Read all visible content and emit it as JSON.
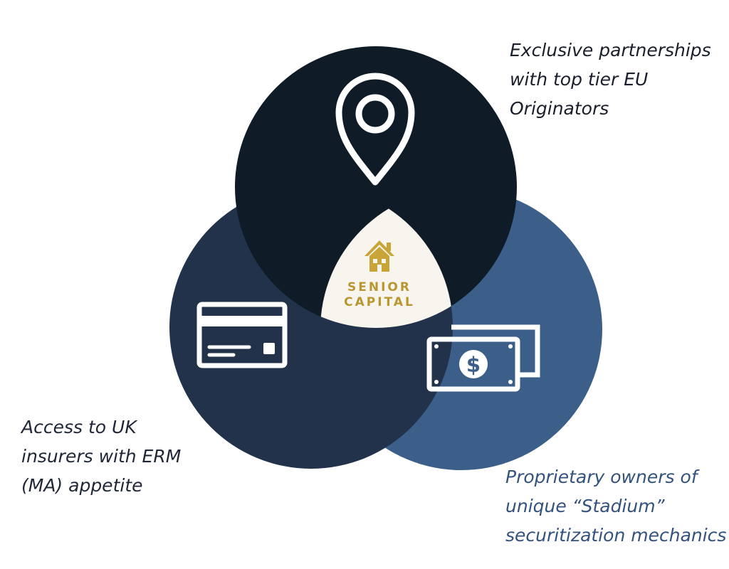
{
  "center": {
    "title_line1": "SENIOR",
    "title_line2": "CAPITAL"
  },
  "circles": [
    {
      "id": "top",
      "icon": "location-pin-icon",
      "color": "#0f1b26",
      "caption_lines": [
        "Exclusive partnerships",
        "with top tier EU",
        "Originators"
      ],
      "caption_color": "#1a1f2b"
    },
    {
      "id": "left",
      "icon": "credit-card-icon",
      "color": "#21324a",
      "caption_lines": [
        "Access to UK",
        "insurers with ERM",
        "(MA) appetite"
      ],
      "caption_color": "#1f2636"
    },
    {
      "id": "right",
      "icon": "cash-icon",
      "color": "#3b5f88",
      "caption_lines": [
        "Proprietary owners of",
        "unique “Stadium”",
        "securitization mechanics"
      ],
      "caption_color": "#34527e"
    }
  ],
  "colors": {
    "center_fill": "#f8f5ee",
    "gold": "#b9962f",
    "icon_stroke": "#ffffff"
  }
}
